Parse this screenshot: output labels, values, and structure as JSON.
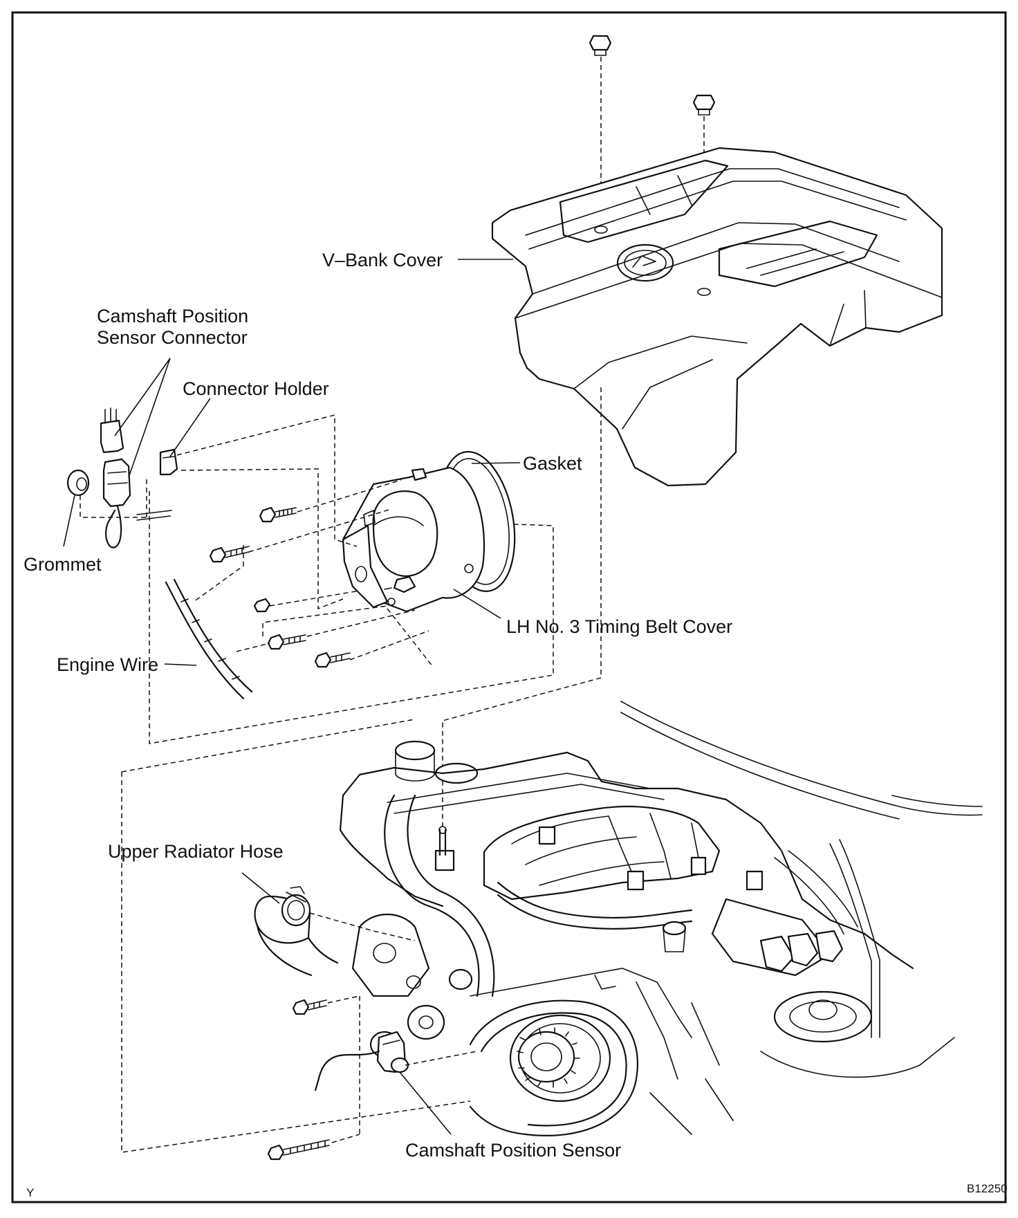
{
  "labels": {
    "v_bank_cover": "V–Bank Cover",
    "camshaft_connector_line1": "Camshaft Position",
    "camshaft_connector_line2": "Sensor Connector",
    "connector_holder": "Connector Holder",
    "gasket": "Gasket",
    "grommet": "Grommet",
    "lh_timing_belt_cover": "LH No. 3 Timing Belt Cover",
    "engine_wire": "Engine Wire",
    "upper_radiator_hose": "Upper Radiator Hose",
    "camshaft_position_sensor": "Camshaft Position Sensor"
  },
  "corner": {
    "left_code": "Y",
    "figure_id": "B12250"
  },
  "colors": {
    "line": "#111111",
    "background": "#ffffff"
  }
}
